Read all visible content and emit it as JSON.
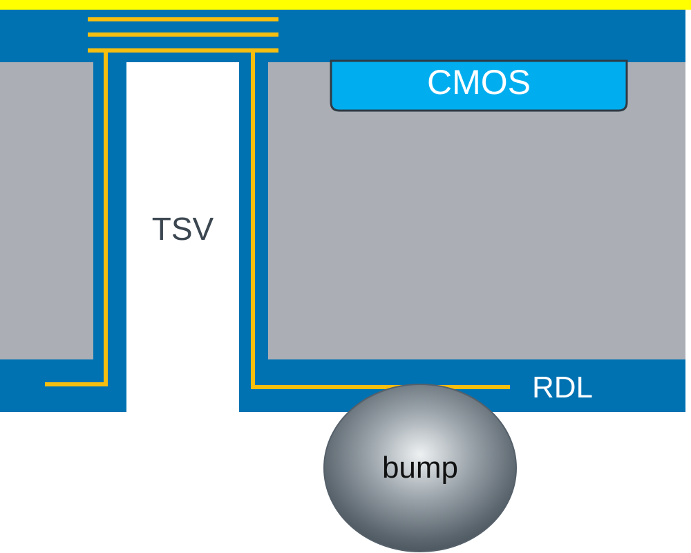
{
  "labels": {
    "cmos": "CMOS",
    "tsv": "TSV",
    "rdl": "RDL",
    "bump": "bump"
  },
  "colors": {
    "top_layer": "#ffff00",
    "dielectric": "#0072b2",
    "silicon": "#abafb5",
    "metal_line": "#f6be0e",
    "cmos": "#00aeef",
    "cmos_border": "#2e3a44",
    "bump": "#6b747b"
  }
}
